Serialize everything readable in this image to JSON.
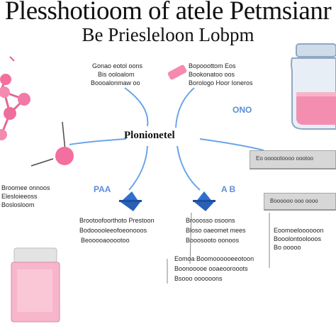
{
  "title": {
    "line1": "Plesshotioom of atele Petmsianr",
    "line2": "Be Priesleloon Lobpm"
  },
  "center_label": "Plonionetel",
  "nodes": {
    "top_left": [
      "Gonao eotol oons",
      "Bis ooloalom",
      "Boooalonmaw oo"
    ],
    "top_right": [
      "Bopooottom Eos",
      "Bookonatoo oos",
      "Borologo Hoor Ioneros"
    ],
    "left_mid": [
      "Broomee onnoos",
      "Elesloieeoss",
      "Boslosloom"
    ],
    "bottom_left": [
      "Brootoofoorthoto Prestoon",
      "Bodooooleeofoeonooos",
      "Beooooaooootoo"
    ],
    "bottom_mid": [
      "Brooosso osoons",
      "Bloso oaeomet mees",
      "Booosooto oonoos"
    ],
    "bottom_right": [
      "Eoomoeloooooon",
      "Booolontoolooos",
      "Bo ooooo"
    ],
    "footer": [
      "Eomoa Boomoooooeeotoon",
      "Boonooooe ooaeoorooots",
      "Bsooo oooooons"
    ]
  },
  "accents": {
    "top_right_tag": "ONO",
    "mid_left_tag": "PAA",
    "mid_right_tag": "A B"
  },
  "screens": {
    "upper": "Eo oooootoooo oootoo",
    "lower": "Boooooo ooo oooo"
  },
  "colors": {
    "pink": "#f1729f",
    "light_pink": "#f7a5c0",
    "blue": "#2f6fd0",
    "light_blue": "#8fb9ee",
    "gray": "#c9c9c9"
  }
}
